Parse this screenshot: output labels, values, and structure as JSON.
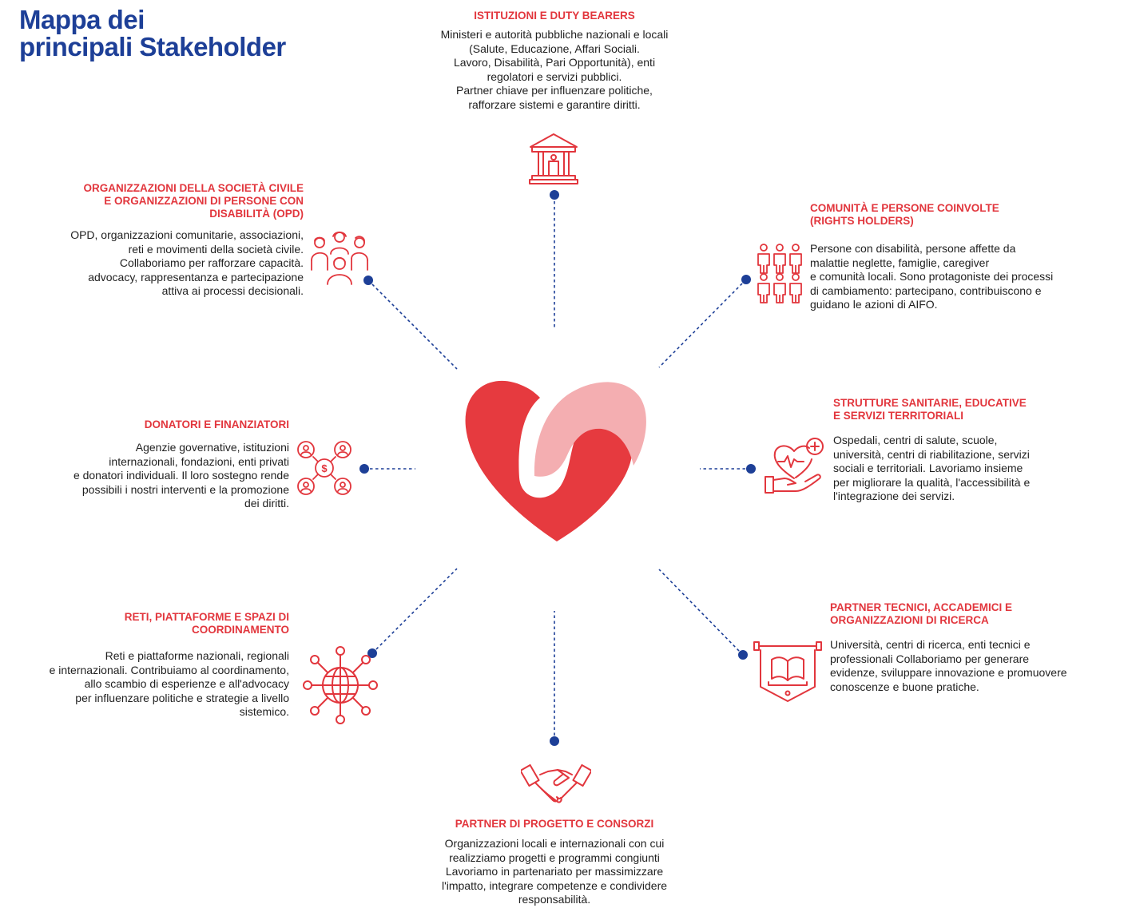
{
  "title": {
    "line1": "Mappa dei",
    "line2": "principali Stakeholder"
  },
  "colors": {
    "title_blue": "#1d3f97",
    "accent_red": "#e2363d",
    "heart_light": "#f4aeb1",
    "dot_blue": "#1d3f97",
    "text": "#1f1f1f"
  },
  "center": {
    "icon": "heart-logo-icon"
  },
  "stakeholders": {
    "istituzioni": {
      "icon": "government-building-icon",
      "head": [
        "ISTITUZIONI E DUTY BEARERS"
      ],
      "body": [
        "Ministeri e autorità pubbliche nazionali e locali",
        "(Salute, Educazione, Affari Sociali.",
        "Lavoro, Disabilità, Pari Opportunità), enti",
        "regolatori e servizi pubblici.",
        "Partner chiave per influenzare politiche,",
        "rafforzare sistemi e garantire diritti."
      ]
    },
    "comunita": {
      "icon": "people-group-icon",
      "head": [
        "COMUNITÀ E PERSONE COINVOLTE",
        "(RIGHTS HOLDERS)"
      ],
      "body": [
        "Persone con disabilità, persone affette da",
        "malattie neglette, famiglie, caregiver",
        "e comunità locali. Sono protagoniste dei processi",
        "di cambiamento: partecipano, contribuiscono e",
        "guidano le azioni di AIFO."
      ]
    },
    "strutture": {
      "icon": "healthcare-hand-heart-icon",
      "head": [
        "STRUTTURE SANITARIE, EDUCATIVE",
        "E SERVIZI TERRITORIALI"
      ],
      "body": [
        "Ospedali, centri di salute, scuole,",
        "università, centri di riabilitazione, servizi",
        "sociali e territoriali. Lavoriamo insieme",
        "per migliorare la qualità, l'accessibilità e",
        "l'integrazione dei servizi."
      ]
    },
    "partner_tecnici": {
      "icon": "academic-book-banner-icon",
      "head": [
        "PARTNER TECNICI, ACCADEMICI E",
        "ORGANIZZAZIONI DI RICERCA"
      ],
      "body": [
        "Università, centri di ricerca, enti tecnici e",
        "professionali Collaboriamo per generare",
        "evidenze, sviluppare innovazione e promuovere",
        "conoscenze e buone pratiche."
      ]
    },
    "partner_progetto": {
      "icon": "handshake-icon",
      "head": [
        "PARTNER DI PROGETTO E CONSORZI"
      ],
      "body": [
        "Organizzazioni locali e internazionali con cui",
        "realizziamo progetti e programmi congiunti",
        "Lavoriamo in partenariato per massimizzare",
        "l'impatto, integrare competenze e condividere",
        "responsabilità."
      ]
    },
    "reti": {
      "icon": "globe-network-icon",
      "head": [
        "RETI, PIATTAFORME E SPAZI DI",
        "COORDINAMENTO"
      ],
      "body": [
        "Reti e piattaforme nazionali, regionali",
        "e internazionali. Contribuiamo al coordinamento,",
        "allo scambio di esperienze e all'advocacy",
        "per influenzare politiche e strategie a livello",
        "sistemico."
      ]
    },
    "donatori": {
      "icon": "donors-money-icon",
      "head": [
        "DONATORI E FINANZIATORI"
      ],
      "body": [
        "Agenzie governative, istituzioni",
        "internazionali, fondazioni, enti privati",
        "e donatori individuali. Il loro sostegno rende",
        "possibili i nostri interventi e la promozione",
        "dei diritti."
      ]
    },
    "societa_civile": {
      "icon": "civil-society-group-icon",
      "head": [
        "ORGANIZZAZIONI DELLA SOCIETÀ CIVILE",
        "E ORGANIZZAZIONI DI PERSONE CON",
        "DISABILITÀ (OPD)"
      ],
      "body": [
        "OPD, organizzazioni comunitarie, associazioni,",
        "reti e movimenti della società civile.",
        "Collaboriamo per rafforzare capacità.",
        "advocacy, rappresentanza e partecipazione",
        "attiva ai processi decisionali."
      ]
    }
  }
}
